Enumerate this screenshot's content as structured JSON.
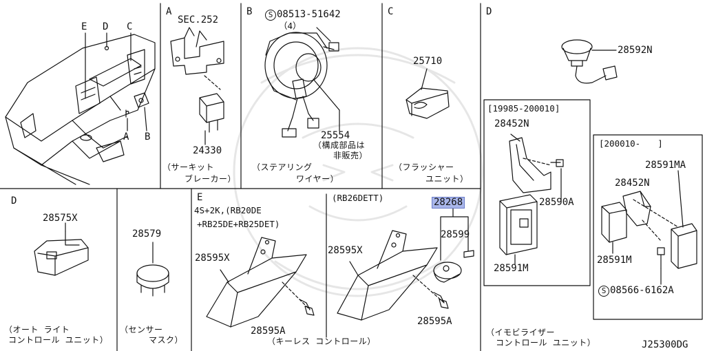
{
  "sections": {
    "dashboard": {
      "callouts": [
        "E",
        "D",
        "C",
        "A",
        "B"
      ]
    },
    "a": {
      "letter": "A",
      "ref": "SEC.252",
      "part": "24330",
      "desc1": "（サーキット",
      "desc2": "ブレーカー）"
    },
    "b": {
      "letter": "B",
      "bolt_circle": "S",
      "bolt": "08513-51642",
      "bolt_qty": "（4）",
      "part": "25554",
      "note1": "（構成部品は",
      "note2": "非販売）",
      "desc1": "（ステアリング",
      "desc2": "ワイヤー）"
    },
    "c": {
      "letter": "C",
      "part": "25710",
      "desc1": "（フラッシャー",
      "desc2": "ユニット）"
    },
    "d_top": {
      "letter": "D",
      "part_top": "28592N",
      "box1": {
        "range": "[19985-200010]",
        "p1": "28452N",
        "p2": "28590A",
        "p3": "28591M"
      },
      "box2": {
        "range": "[200010-　　]",
        "p1": "28591MA",
        "p2": "28452N",
        "p3": "28591M",
        "screw_circle": "S",
        "screw": "08566-6162A"
      },
      "desc1": "（イモビライザー",
      "desc2": "コントロール ユニット）"
    },
    "d_bottom": {
      "letter": "D",
      "part": "28575X",
      "desc1": "（オート ライト",
      "desc2": "コントロール ユニット）"
    },
    "sensor": {
      "part": "28579",
      "desc1": "（センサー",
      "desc2": "マスク）"
    },
    "e": {
      "letter": "E",
      "variant1": "4S+2K,(RB20DE",
      "variant2": "+RB25DE+RB25DET)",
      "variant3": "(RB26DETT)",
      "p_left": "28595X",
      "p_left_a": "28595A",
      "p_right": "28595X",
      "p_right_a": "28595A",
      "highlight": "28268",
      "p_key": "28599",
      "desc": "（キーレス コントロール）"
    }
  },
  "diagram_code": "J25300DG"
}
